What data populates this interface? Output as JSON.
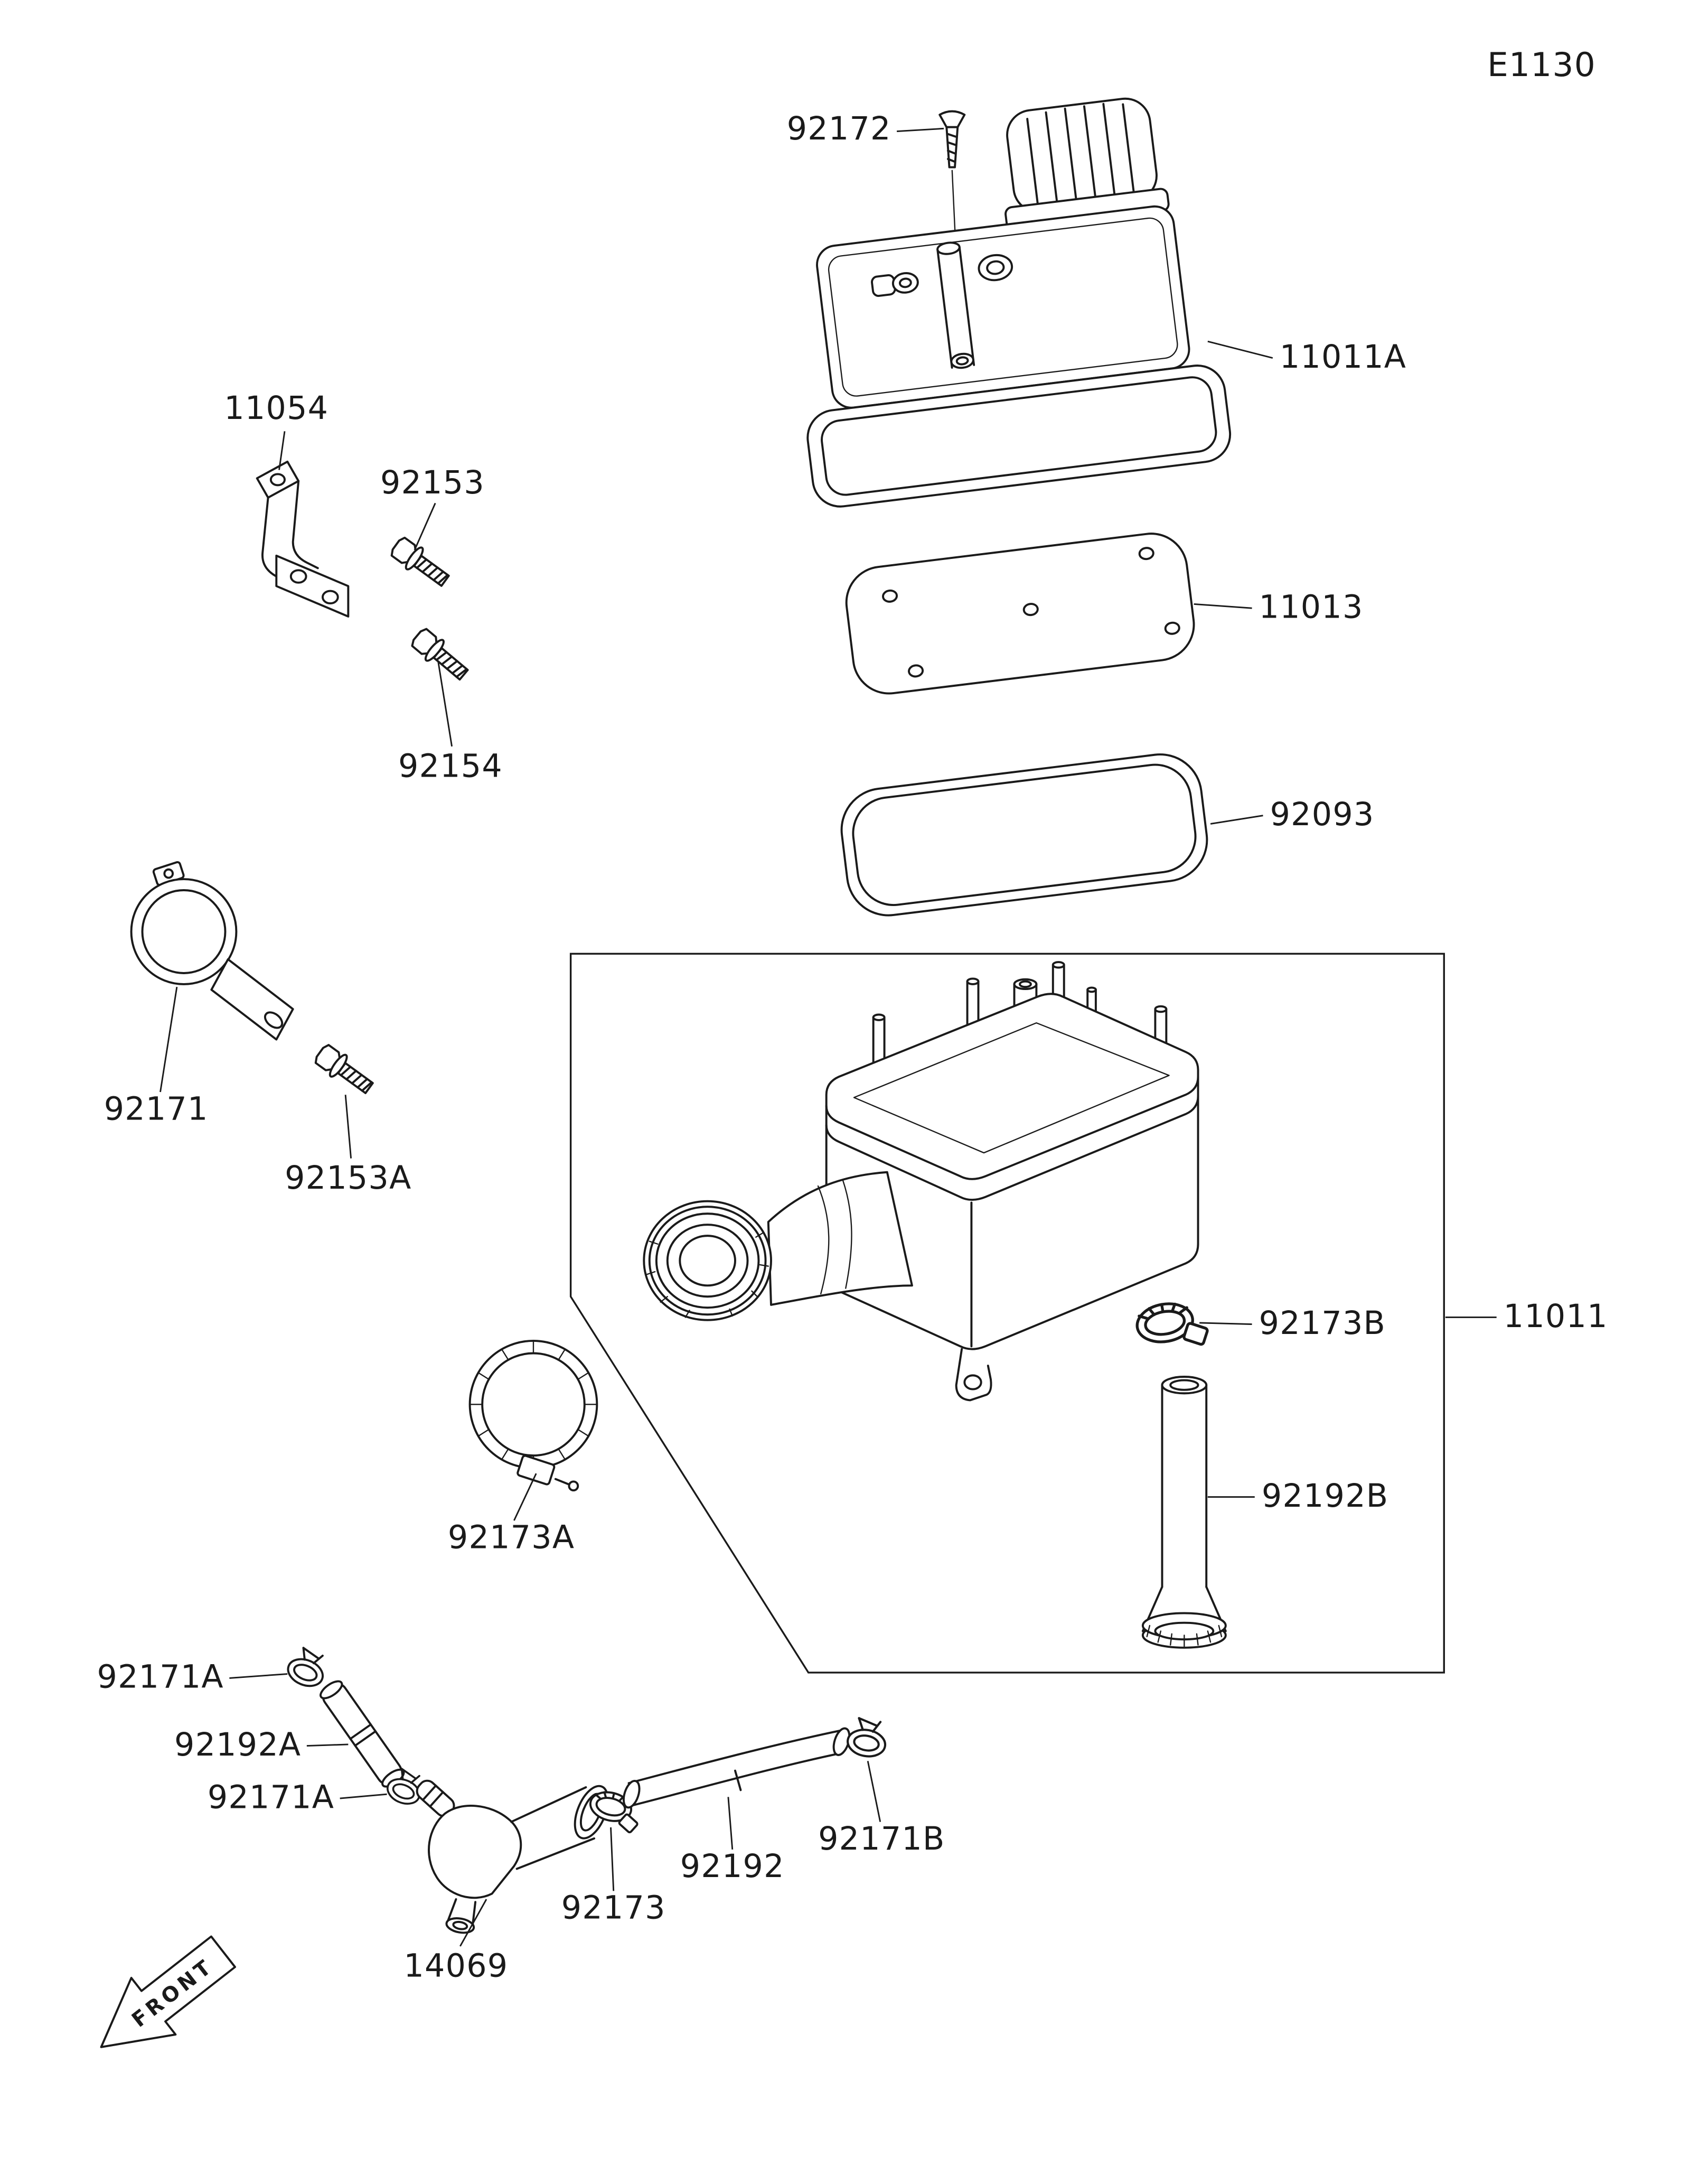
{
  "page": {
    "diagram_code": "E1130",
    "front_label": "FRONT"
  },
  "parts": {
    "92172": "92172",
    "11011A": "11011A",
    "11054": "11054",
    "92153": "92153",
    "92154": "92154",
    "11013": "11013",
    "92093": "92093",
    "92171": "92171",
    "92153A": "92153A",
    "11011": "11011",
    "92173B": "92173B",
    "92192B": "92192B",
    "92173A": "92173A",
    "92171A": "92171A",
    "92192A": "92192A",
    "92192": "92192",
    "92171B": "92171B",
    "92173": "92173",
    "14069": "14069"
  }
}
